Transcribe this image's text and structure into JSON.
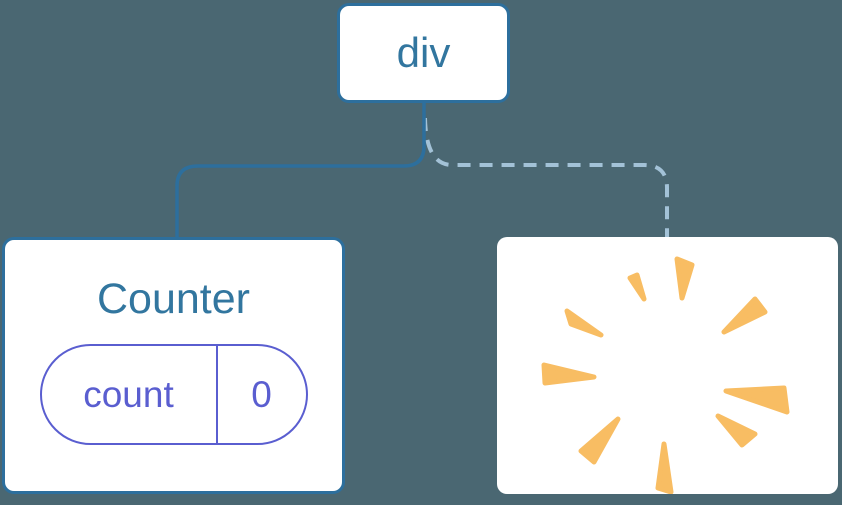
{
  "colors": {
    "background": "#4a6772",
    "line-blue": "#2d6f9d",
    "text-blue": "#32769f",
    "dash-blue": "#a3c2d7",
    "purple": "#5a5ed0",
    "burst-orange": "#f8bd63",
    "card-white": "#ffffff"
  },
  "tree": {
    "root": {
      "label": "div"
    },
    "children": [
      {
        "type": "component",
        "title": "Counter",
        "connector": "solid",
        "state": [
          {
            "key": "count",
            "value": "0"
          }
        ]
      },
      {
        "type": "removed-component",
        "connector": "dashed",
        "icon": "poof-burst-icon"
      }
    ]
  }
}
